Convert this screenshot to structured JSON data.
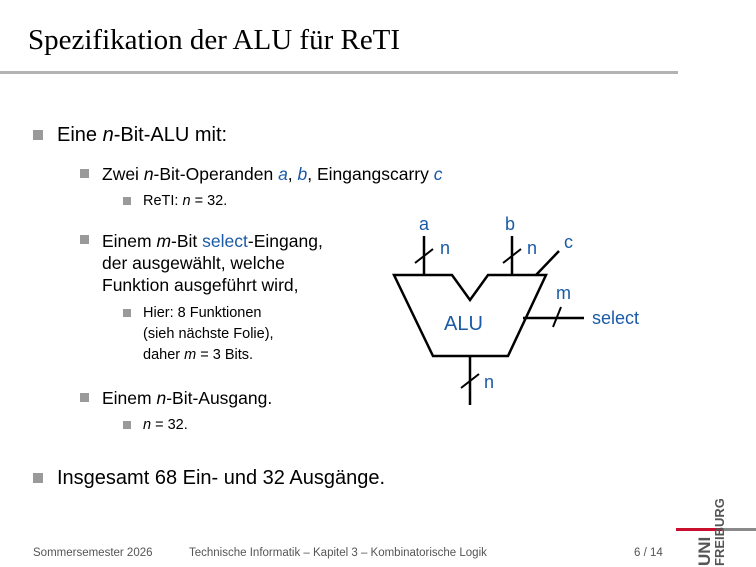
{
  "title": "Spezifikation der ALU für ReTI",
  "bullets": {
    "b1": {
      "pre": "Eine ",
      "em": "n",
      "post": "-Bit-ALU mit:"
    },
    "b1_1": {
      "pre": "Zwei ",
      "em_n": "n",
      "mid": "-Bit-Operanden ",
      "a": "a",
      "comma1": ", ",
      "b": "b",
      "comma2": ", Eingangscarry ",
      "c": "c"
    },
    "b1_1_1": {
      "pre": "ReTI: ",
      "em": "n",
      "post": " = 32."
    },
    "b1_2": {
      "pre": "Einem ",
      "em": "m",
      "mid": "-Bit ",
      "select": "select",
      "post": "-Eingang,",
      "line2": "der ausgewählt, welche",
      "line3": "Funktion ausgeführt wird,"
    },
    "b1_2_1": {
      "line1": "Hier: 8 Funktionen",
      "line2": "(sieh nächste Folie),",
      "line3_pre": "daher ",
      "line3_em": "m",
      "line3_post": " = 3 Bits."
    },
    "b1_3": {
      "pre": "Einem ",
      "em": "n",
      "post": "-Bit-Ausgang."
    },
    "b1_3_1": {
      "em": "n",
      "post": " = 32."
    },
    "b2": {
      "text": "Insgesamt 68 Ein- und 32 Ausgänge."
    }
  },
  "diagram": {
    "alu_label": "ALU",
    "label_a": "a",
    "label_b": "b",
    "label_c": "c",
    "label_n_a": "n",
    "label_n_b": "n",
    "label_n_out": "n",
    "label_m": "m",
    "label_select": "select",
    "color": "#1a5aa6"
  },
  "footer": {
    "semester": "Sommersemester 2026",
    "course": "Technische Informatik – Kapitel 3 – Kombinatorische Logik",
    "page": "6 / 14"
  },
  "logo": {
    "line1": "UNI",
    "line2": "FREIBURG"
  }
}
